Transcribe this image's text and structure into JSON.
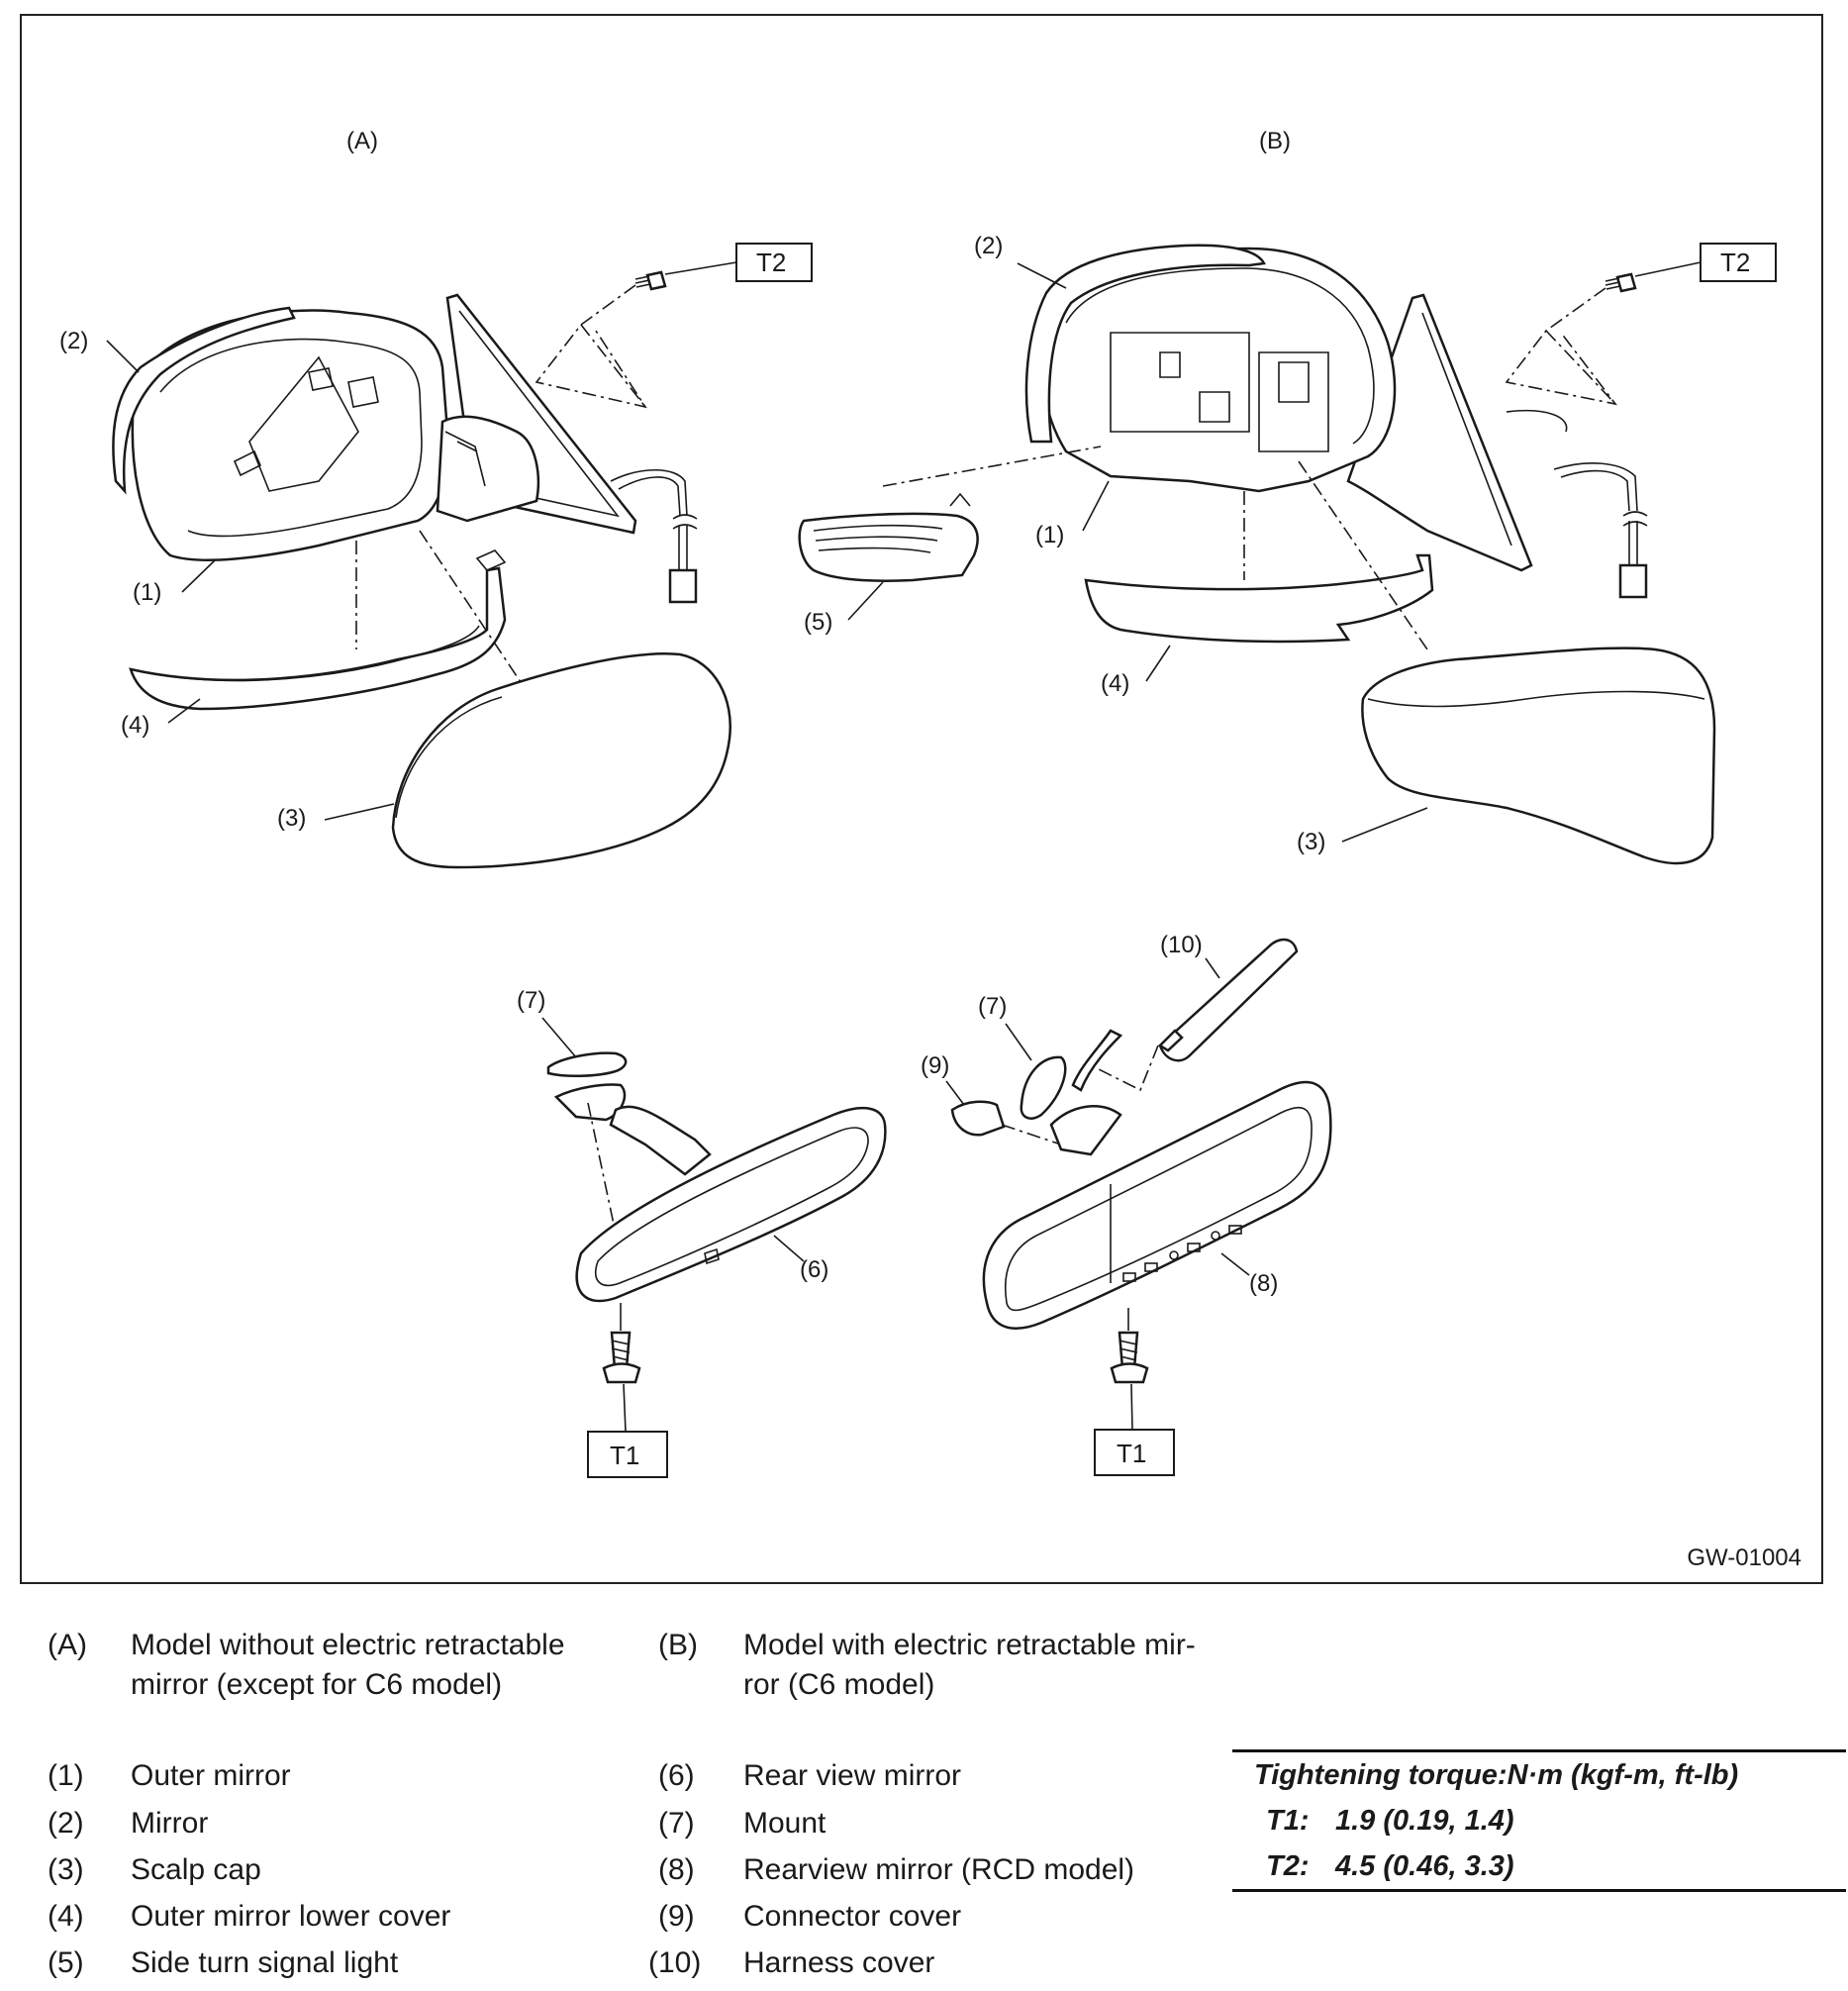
{
  "figure": {
    "id": "GW-01004",
    "views": {
      "a": "(A)",
      "b": "(B)"
    },
    "torque_marks": {
      "t1": "T1",
      "t2": "T2"
    },
    "callouts": {
      "n1": "(1)",
      "n2": "(2)",
      "n3": "(3)",
      "n4": "(4)",
      "n5": "(5)",
      "n6": "(6)",
      "n7": "(7)",
      "n8": "(8)",
      "n9": "(9)",
      "n10": "(10)"
    }
  },
  "legend": {
    "models": [
      {
        "code": "(A)",
        "lines": [
          "Model without electric retractable",
          "mirror (except for C6 model)"
        ]
      },
      {
        "code": "(B)",
        "lines": [
          "Model with electric retractable mir-",
          "ror (C6 model)"
        ]
      }
    ],
    "parts_left": [
      {
        "code": "(1)",
        "name": "Outer mirror"
      },
      {
        "code": "(2)",
        "name": "Mirror"
      },
      {
        "code": "(3)",
        "name": "Scalp cap"
      },
      {
        "code": "(4)",
        "name": "Outer mirror lower cover"
      },
      {
        "code": "(5)",
        "name": "Side turn signal light"
      }
    ],
    "parts_right": [
      {
        "code": "(6)",
        "name": "Rear view mirror"
      },
      {
        "code": "(7)",
        "name": "Mount"
      },
      {
        "code": "(8)",
        "name": "Rearview mirror (RCD model)"
      },
      {
        "code": "(9)",
        "name": "Connector cover"
      },
      {
        "code": "(10)",
        "name": "Harness cover"
      }
    ]
  },
  "torque": {
    "heading": "Tightening torque:N·m (kgf-m, ft-lb)",
    "rows": [
      {
        "key": "T1:",
        "value": "1.9 (0.19, 1.4)"
      },
      {
        "key": "T2:",
        "value": "4.5 (0.46, 3.3)"
      }
    ]
  }
}
